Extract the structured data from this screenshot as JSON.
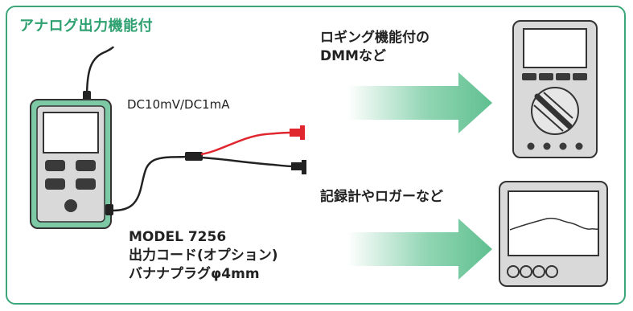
{
  "title": "アナログ出力機能付",
  "labels": {
    "signal": "DC10mV/DC1mA",
    "dmm_line1": "ロギング機能付の",
    "dmm_line2": "DMMなど",
    "recorder": "記録計やロガーなど",
    "model_line1": "MODEL 7256",
    "model_line2": "出力コード(オプション)",
    "model_line3": "バナナプラグφ4mm"
  },
  "colors": {
    "frame": "#3aa67a",
    "title": "#2fa070",
    "device_body": "#7ec9a5",
    "device_panel": "#d9d9d9",
    "arrow": "#6cc79a",
    "red_lead": "#e0262e"
  }
}
